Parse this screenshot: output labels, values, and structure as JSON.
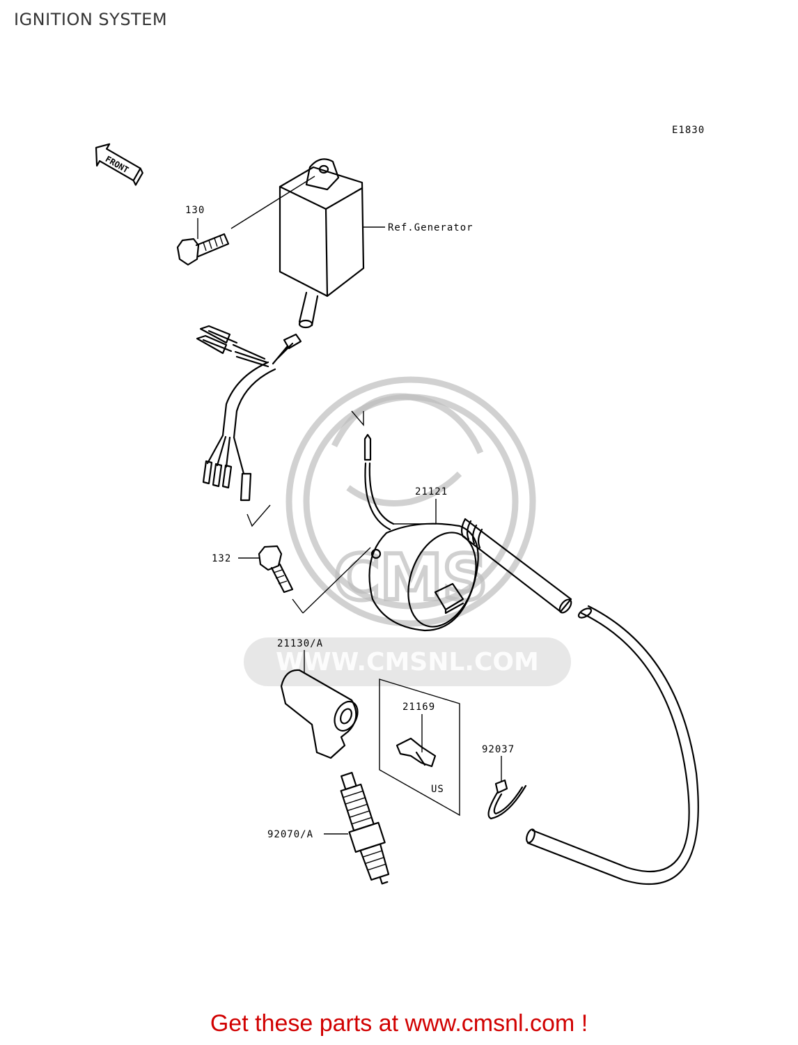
{
  "page": {
    "title": "IGNITION SYSTEM"
  },
  "diagram": {
    "code": "E1830",
    "front_label": "FRONT",
    "watermark_text": "WWW.CMSNL.COM",
    "watermark_logo": "CMS",
    "parts": {
      "p130": "130",
      "ref_generator": "Ref.Generator",
      "p132": "132",
      "p21121": "21121",
      "p21130": "21130/A",
      "p21169": "21169",
      "us": "US",
      "p92037": "92037",
      "p92070": "92070/A"
    }
  },
  "footer": {
    "text": "Get these parts at www.cmsnl.com !"
  },
  "colors": {
    "footer": "#d10000",
    "line": "#000000",
    "watermark": "#bdbdbd"
  }
}
